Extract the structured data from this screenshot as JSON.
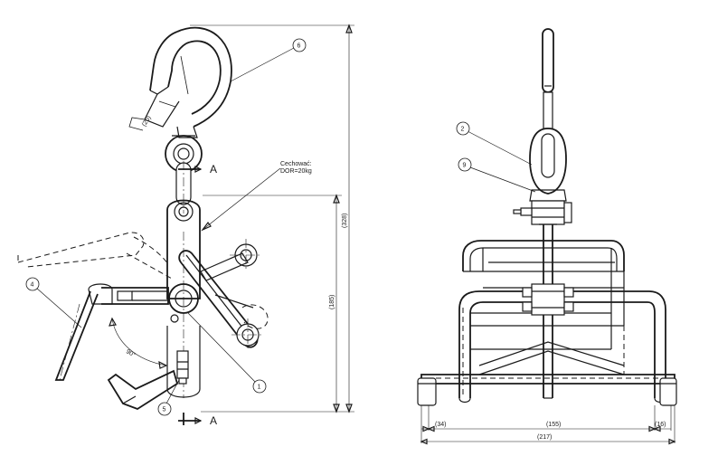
{
  "balloons": [
    {
      "id": "b6",
      "label": "6"
    },
    {
      "id": "b4",
      "label": "4"
    },
    {
      "id": "b1",
      "label": "1"
    },
    {
      "id": "b5",
      "label": "5"
    },
    {
      "id": "b2",
      "label": "2"
    },
    {
      "id": "b9",
      "label": "9"
    }
  ],
  "note": {
    "line1": "Cechować:",
    "line2": "DOR=20kg"
  },
  "section": {
    "top_label": "A",
    "bottom_label": "A"
  },
  "dimensions": {
    "hook_throat": "(20)",
    "total_height": "(328)",
    "lower_height": "(185)",
    "angle": "90°",
    "left_offset": "(34)",
    "center_span": "(155)",
    "right_offset": "(16)",
    "overall_width": "(217)"
  }
}
